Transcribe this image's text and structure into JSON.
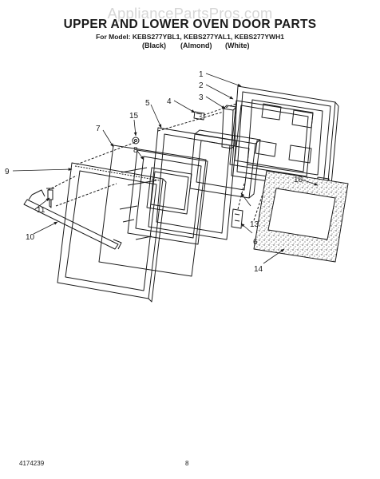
{
  "watermark": "AppliancePartsPros.com",
  "title": "UPPER AND LOWER OVEN DOOR PARTS",
  "models": "For Model: KEBS277YBL1, KEBS277YAL1, KEBS277YWH1",
  "finishes": [
    "(Black)",
    "(Almond)",
    "(White)"
  ],
  "callouts": [
    "1",
    "2",
    "3",
    "4",
    "5",
    "6",
    "7",
    "8",
    "9",
    "10",
    "11",
    "13",
    "14",
    "15",
    "16"
  ],
  "footer": {
    "code": "4174239",
    "page": "8"
  }
}
